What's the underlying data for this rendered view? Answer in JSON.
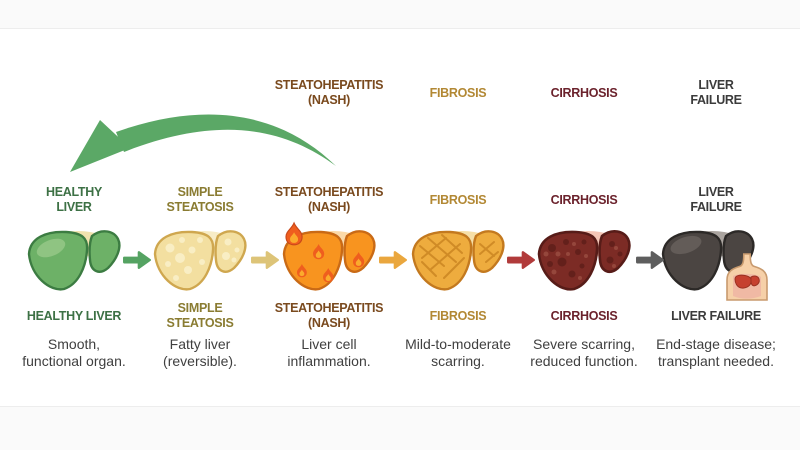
{
  "page": {
    "band_color": "#fafafa",
    "background": "#ffffff",
    "text_color": "#3f3f3f"
  },
  "reversal": {
    "arrow_color": "#5ba866"
  },
  "top_labels": [
    "STEATOHEPATITIS\n(NASH)",
    "FIBROSIS",
    "CIRRHOSIS",
    "LIVER\nFAILURE"
  ],
  "stages": [
    {
      "name_stacked": "HEALTHY\nLIVER",
      "name": "HEALTHY LIVER",
      "description": "Smooth,\nfunctional organ.",
      "label_color": "#3d7145",
      "icon": "healthy-liver-icon"
    },
    {
      "name_stacked": "SIMPLE\nSTEATOSIS",
      "name": "SIMPLE\nSTEATOSIS",
      "description": "Fatty liver\n(reversible).",
      "label_color": "#8a7c32",
      "icon": "fatty-liver-icon"
    },
    {
      "name_stacked": "STEATOHEPATITIS\n(NASH)",
      "name": "STEATOHEPATITIS\n(NASH)",
      "description": "Liver cell\ninflammation.",
      "label_color": "#7a4a1e",
      "icon": "inflamed-liver-icon"
    },
    {
      "name_stacked": "FIBROSIS",
      "name": "FIBROSIS",
      "description": "Mild-to-moderate\nscarring.",
      "label_color": "#b28834",
      "icon": "fibrotic-liver-icon"
    },
    {
      "name_stacked": "CIRRHOSIS",
      "name": "CIRRHOSIS",
      "description": "Severe scarring,\nreduced function.",
      "label_color": "#6b222c",
      "icon": "cirrhotic-liver-icon"
    },
    {
      "name_stacked": "LIVER\nFAILURE",
      "name": "LIVER FAILURE",
      "description": "End-stage disease;\ntransplant needed.",
      "label_color": "#3b3b3b",
      "icon": "failed-liver-icon"
    }
  ],
  "arrows": [
    {
      "color": "#55a362"
    },
    {
      "color": "#ddc478"
    },
    {
      "color": "#eaa73e"
    },
    {
      "color": "#b13b3b"
    },
    {
      "color": "#5e5e5e"
    }
  ],
  "icons": {
    "stage_icons": [
      "healthy-liver-icon",
      "fatty-liver-icon",
      "inflamed-liver-icon",
      "fibrotic-liver-icon",
      "cirrhotic-liver-icon",
      "failed-liver-icon"
    ],
    "forward_arrow": "progression-arrow-icon",
    "reverse_arrow": "reversibility-arrow-icon",
    "torso": "human-torso-icon",
    "flame": "flame-icon"
  }
}
